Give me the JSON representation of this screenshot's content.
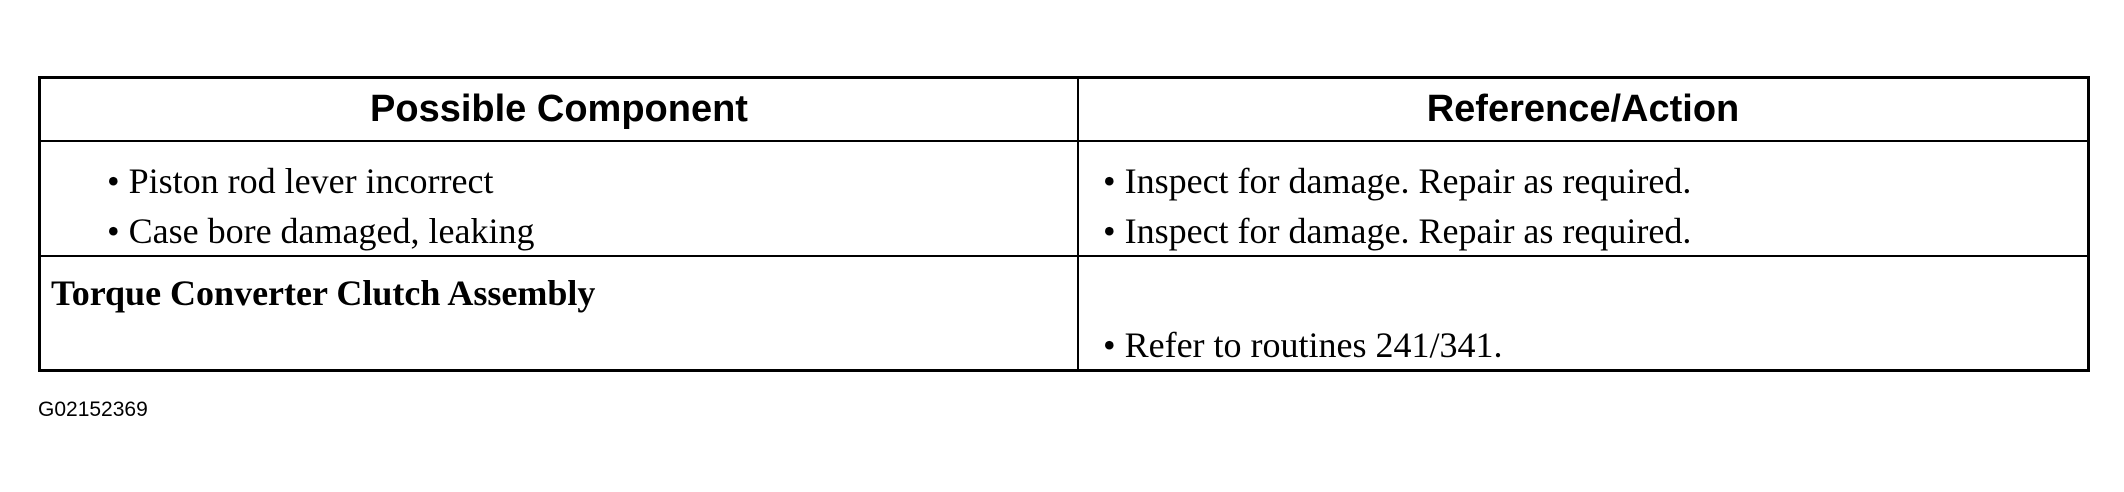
{
  "table": {
    "headers": {
      "component": "Possible Component",
      "action": "Reference/Action"
    },
    "rows": [
      {
        "component": "• Piston rod lever incorrect",
        "action": "• Inspect for damage. Repair as required."
      },
      {
        "component": "• Case bore damaged, leaking",
        "action": "• Inspect for damage. Repair as required."
      },
      {
        "component": "Torque Converter Clutch Assembly",
        "action": "• Refer to routines 241/341."
      }
    ]
  },
  "caption": "G02152369"
}
